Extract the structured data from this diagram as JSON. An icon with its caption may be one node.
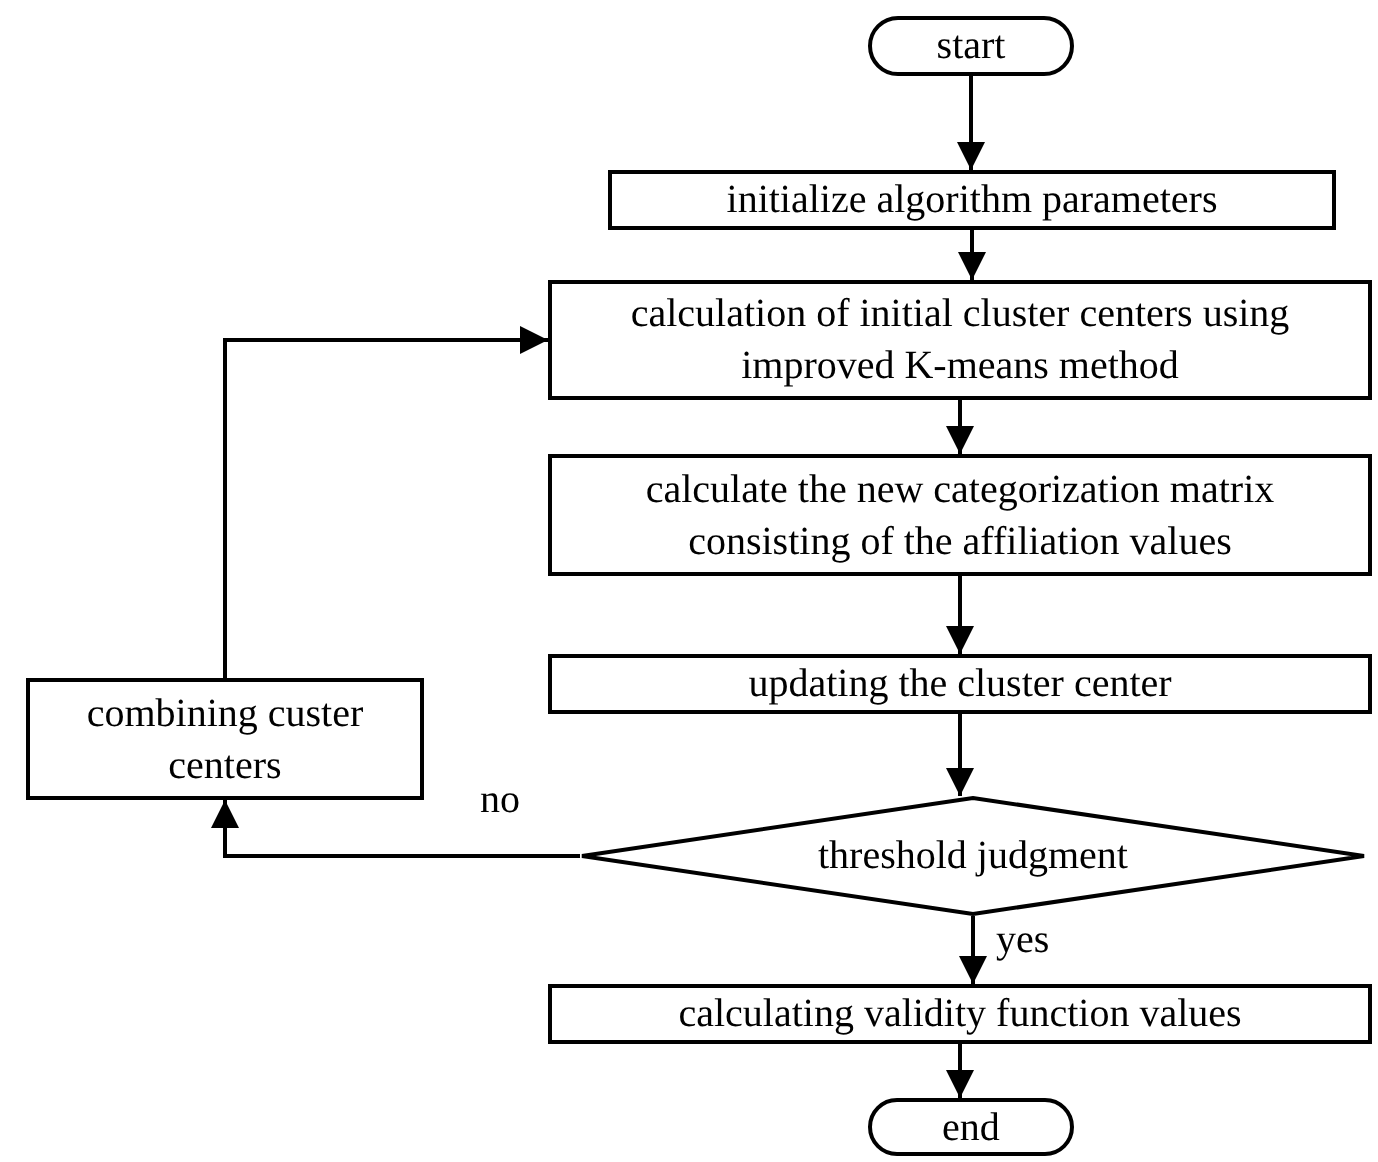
{
  "diagram": {
    "nodes": [
      {
        "text": [
          "start"
        ]
      },
      {
        "text": [
          "initialize algorithm parameters"
        ]
      },
      {
        "text": [
          "calculation of initial cluster centers using improved K-means method"
        ]
      },
      {
        "text": [
          "calculate the new categorization matrix consisting of the affiliation values"
        ]
      },
      {
        "text": [
          "updating the cluster center"
        ]
      },
      {
        "text": [
          "threshold judgment"
        ]
      },
      {
        "text": [
          "combining custer centers"
        ]
      },
      {
        "text": [
          "calculating validity function values"
        ]
      },
      {
        "text": [
          "end"
        ]
      }
    ],
    "edges": [
      {
        "from": 0,
        "to": 1,
        "arrow": "to"
      },
      {
        "from": 1,
        "to": 2,
        "arrow": "to"
      },
      {
        "from": 2,
        "to": 3,
        "arrow": "to"
      },
      {
        "from": 3,
        "to": 4,
        "arrow": "to"
      },
      {
        "from": 4,
        "to": 5,
        "arrow": "to"
      },
      {
        "from": 5,
        "to": 6,
        "label": "no",
        "arrow": "to"
      },
      {
        "from": 6,
        "to": 2,
        "arrow": "to"
      },
      {
        "from": 5,
        "to": 7,
        "label": "yes",
        "arrow": "to"
      },
      {
        "from": 7,
        "to": 8,
        "arrow": "to"
      }
    ]
  }
}
